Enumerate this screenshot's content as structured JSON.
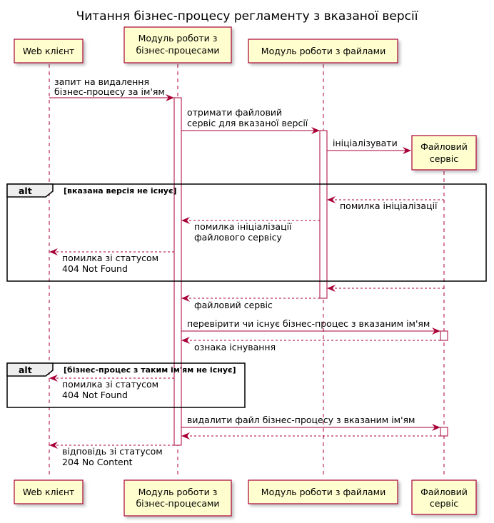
{
  "title": "Читання бізнес-процесу регламенту з вказаної версії",
  "participants": {
    "web": {
      "label": "Web клієнт"
    },
    "bp": {
      "label_line1": "Модуль роботи з",
      "label_line2": "бізнес-процесами"
    },
    "files": {
      "label": "Модуль роботи з файлами"
    },
    "fs": {
      "label_line1": "Файловий",
      "label_line2": "сервіс"
    }
  },
  "messages": {
    "m1": {
      "line1": "запит на видалення",
      "line2": "бізнес-процесу за ім'ям"
    },
    "m2": {
      "line1": "отримати файловий",
      "line2": "сервіс для вказаної версії"
    },
    "m3": {
      "line1": "ініціалізувати"
    },
    "m4": {
      "line1": "помилка ініціалізації"
    },
    "m5": {
      "line1": "помилка ініціалізації",
      "line2": "файлового сервісу"
    },
    "m6": {
      "line1": "помилка зі статусом",
      "line2": "404 Not Found"
    },
    "m8": {
      "line1": "файловий сервіс"
    },
    "m9": {
      "line1": "перевірити чи існує бізнес-процес з вказаним ім'ям"
    },
    "m10": {
      "line1": "ознака існування"
    },
    "m11": {
      "line1": "помилка зі статусом",
      "line2": "404 Not Found"
    },
    "m12": {
      "line1": "видалити файл бізнес-процесу з вказаним ім'ям"
    },
    "m14": {
      "line1": "відповідь зі статусом",
      "line2": "204 No Content"
    }
  },
  "fragments": {
    "alt1": {
      "keyword": "alt",
      "condition": "[вказана версія не існує]"
    },
    "alt2": {
      "keyword": "alt",
      "condition": "[бізнес-процес з таким ім'ям не існує]"
    }
  },
  "colors": {
    "participant_fill": "#FEFECE",
    "participant_border": "#A80036",
    "arrow": "#A80036",
    "lifeline": "#A80036"
  }
}
